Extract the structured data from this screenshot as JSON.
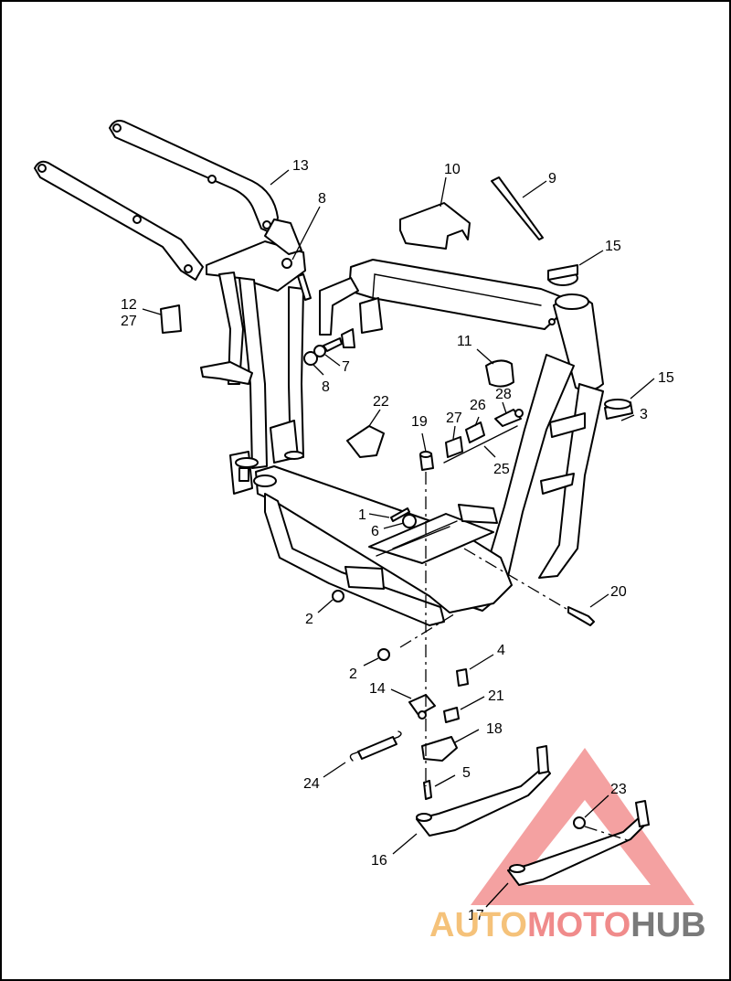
{
  "callouts": [
    {
      "id": "c13",
      "text": "13"
    },
    {
      "id": "c10",
      "text": "10"
    },
    {
      "id": "c9",
      "text": "9"
    },
    {
      "id": "c8a",
      "text": "8"
    },
    {
      "id": "c15a",
      "text": "15"
    },
    {
      "id": "c12",
      "text": "12"
    },
    {
      "id": "c27a",
      "text": "27"
    },
    {
      "id": "c11",
      "text": "11"
    },
    {
      "id": "c7",
      "text": "7"
    },
    {
      "id": "c8b",
      "text": "8"
    },
    {
      "id": "c15b",
      "text": "15"
    },
    {
      "id": "c3",
      "text": "3"
    },
    {
      "id": "c22",
      "text": "22"
    },
    {
      "id": "c28",
      "text": "28"
    },
    {
      "id": "c26",
      "text": "26"
    },
    {
      "id": "c27b",
      "text": "27"
    },
    {
      "id": "c19",
      "text": "19"
    },
    {
      "id": "c25",
      "text": "25"
    },
    {
      "id": "c1",
      "text": "1"
    },
    {
      "id": "c6",
      "text": "6"
    },
    {
      "id": "c20",
      "text": "20"
    },
    {
      "id": "c2a",
      "text": "2"
    },
    {
      "id": "c2b",
      "text": "2"
    },
    {
      "id": "c4",
      "text": "4"
    },
    {
      "id": "c14",
      "text": "14"
    },
    {
      "id": "c21",
      "text": "21"
    },
    {
      "id": "c18",
      "text": "18"
    },
    {
      "id": "c5",
      "text": "5"
    },
    {
      "id": "c24",
      "text": "24"
    },
    {
      "id": "c23",
      "text": "23"
    },
    {
      "id": "c16",
      "text": "16"
    },
    {
      "id": "c17",
      "text": "17"
    }
  ],
  "watermark": {
    "part1": "AUTO",
    "part2": "MOTO",
    "part3": "HUB",
    "color1": "#f5c27a",
    "color2": "#f08b8b",
    "color3": "#7a7a7a",
    "triangle_color": "#f29090"
  }
}
